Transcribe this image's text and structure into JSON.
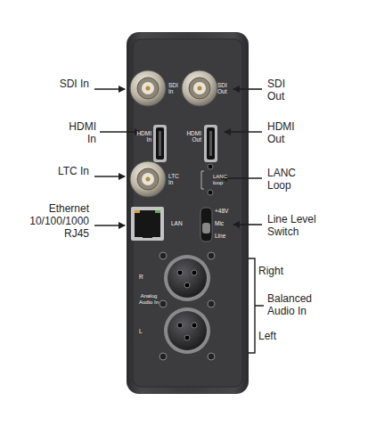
{
  "diagram": {
    "labels": [
      "SDI In",
      "SDI In",
      "SDI Out",
      "SDI Out",
      "HDMI In",
      "HDMI In",
      "HDMI Out",
      "HDMI Out",
      "LTC In",
      "LTC In",
      "LANC loop",
      "LANC Loop",
      "Ethernet 10/100/1000 RJ45",
      "LAN",
      "+48V",
      "Mic",
      "Line",
      "Line Level Switch",
      "R",
      "Analog Audio In",
      "L",
      "Right",
      "Balanced Audio In",
      "Left"
    ]
  }
}
